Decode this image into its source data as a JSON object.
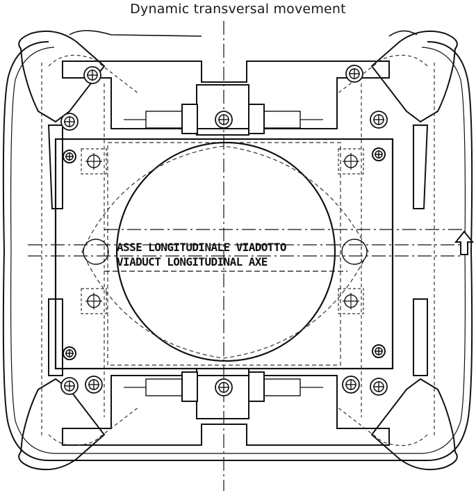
{
  "title": "Dynamic transversal movement",
  "labels": {
    "axis_it": "ASSE LONGITUDINALE VIADOTTO",
    "axis_en": "VIADUCT LONGITUDINAL AXE"
  },
  "icons": {
    "direction_arrow": "arrow-up-outline-icon"
  },
  "colors": {
    "line": "#111111",
    "background": "#ffffff"
  }
}
